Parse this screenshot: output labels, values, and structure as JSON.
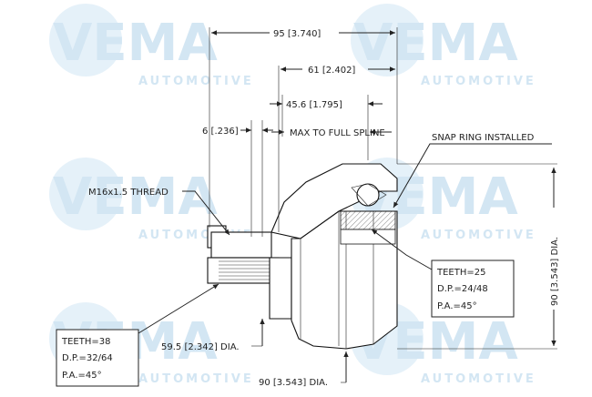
{
  "watermark": {
    "brand": "VEMA",
    "tagline": "AUTOMOTIVE",
    "colors": {
      "logo": "#d3e6f3"
    }
  },
  "dimensions": {
    "overall_length": "95 [3.740]",
    "spline_length": "61 [2.402]",
    "max_spline_length": "45.6 [1.795]",
    "max_spline_note": "MAX TO FULL SPLINE",
    "thread_offset": "6 [.236]",
    "stem_diameter": "59.5 [2.342] DIA.",
    "body_diameter": "90 [3.543] DIA.",
    "vertical_diameter": "90 [3.543] DIA."
  },
  "callouts": {
    "thread": "M16x1.5 THREAD",
    "snap_ring": "SNAP RING INSTALLED"
  },
  "outer_spline_spec": {
    "teeth": "TEETH=38",
    "dp": "D.P.=32/64",
    "pa": "P.A.=45°"
  },
  "inner_spline_spec": {
    "teeth": "TEETH=25",
    "dp": "D.P.=24/48",
    "pa": "P.A.=45°"
  }
}
